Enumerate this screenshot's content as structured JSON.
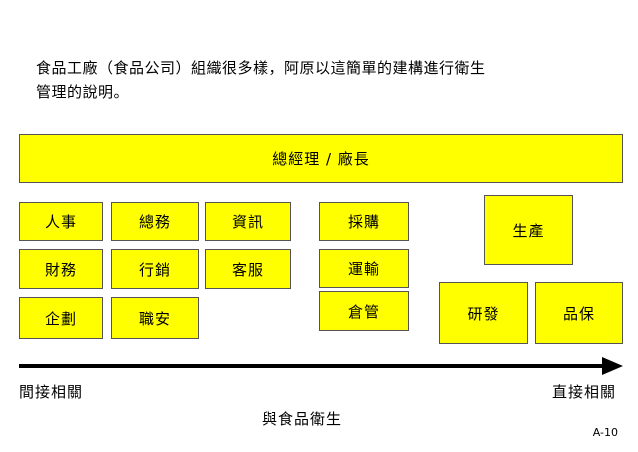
{
  "intro": {
    "line1": "食品工廠（食品公司）組織很多樣，阿原以這簡單的建構進行衛生",
    "line2": "管理的說明。"
  },
  "top_box": "總經理 / 廠長",
  "departments": {
    "hr": "人事",
    "general_affairs": "總務",
    "it": "資訊",
    "purchasing": "採購",
    "production": "生產",
    "finance": "財務",
    "sales": "行銷",
    "customer_service": "客服",
    "transport": "運輸",
    "planning": "企劃",
    "occupational_safety": "職安",
    "warehouse": "倉管",
    "rnd": "研發",
    "qa": "品保"
  },
  "axis": {
    "left_label": "間接相關",
    "right_label": "直接相關",
    "caption": "與食品衛生"
  },
  "page_number": "A-10",
  "colors": {
    "box_fill": "#ffff00",
    "box_border": "#555555",
    "arrow": "#000000"
  }
}
